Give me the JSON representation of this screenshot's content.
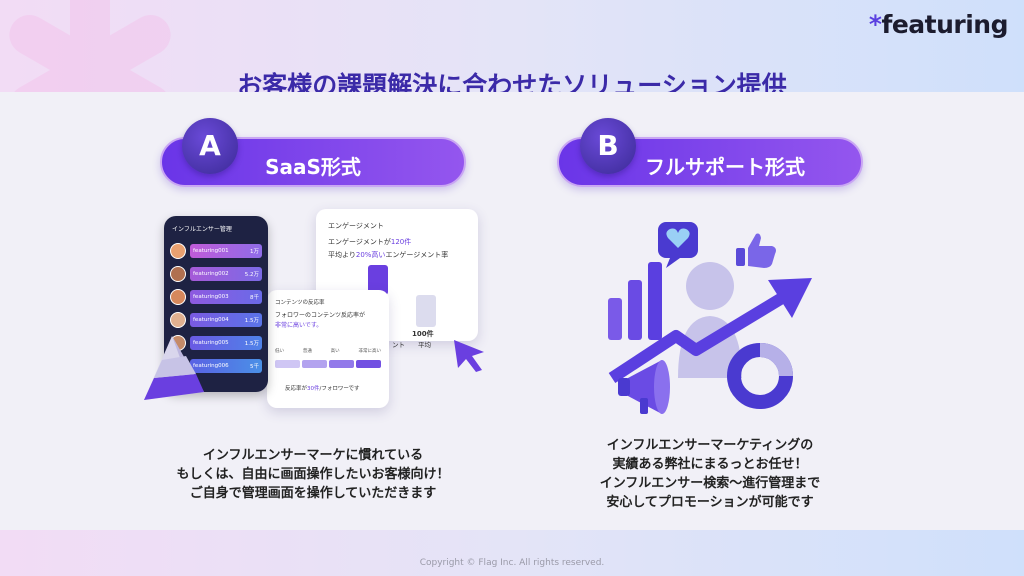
{
  "brand": {
    "logo": "featuring",
    "logo_mark": "*",
    "accent": "#5a3fe0"
  },
  "title": "お客様の課題解決に合わせたソリューション提供",
  "plans": [
    {
      "badge": "A",
      "label": "SaaS形式",
      "description": [
        "インフルエンサーマーケに慣れている",
        "もしくは、自由に画面操作したいお客様向け！",
        "ご自身で管理画面を操作していただきます"
      ]
    },
    {
      "badge": "B",
      "label": "フルサポート形式",
      "description": [
        "インフルエンサーマーケティングの",
        "実績ある弊社にまるっとお任せ！",
        "インフルエンサー検索〜進行管理まで",
        "安心してプロモーションが可能です"
      ]
    }
  ],
  "phone": {
    "title": "インフルエンサー管理",
    "rows": [
      {
        "name": "featuring001",
        "value": "1万"
      },
      {
        "name": "featuring002",
        "value": "5.2万"
      },
      {
        "name": "featuring003",
        "value": "8千"
      },
      {
        "name": "featuring004",
        "value": "1.5万"
      },
      {
        "name": "featuring005",
        "value": "1.5万"
      },
      {
        "name": "featuring006",
        "value": "5千"
      }
    ]
  },
  "engagement_card": {
    "title": "エンゲージメント",
    "line1_prefix": "エンゲージメントが",
    "line1_highlight": "120件",
    "line2_prefix": "平均より",
    "line2_highlight": "20%高い",
    "line2_suffix": "エンゲージメント率",
    "bar_value_label": "100件",
    "bar_caption": "平均",
    "bar_partial_caption": "ント"
  },
  "reaction_card": {
    "title": "コンテンツの反応率",
    "line1": "フォロワーのコンテンツ反応率が",
    "line2": "非常に高いです。",
    "scale": [
      "低い",
      "普通",
      "高い",
      "非常に高い"
    ],
    "footer_prefix": "反応率が",
    "footer_highlight": "30件",
    "footer_suffix": "/フォロワーです"
  },
  "footer": "Copyright © Flag Inc. All rights reserved."
}
